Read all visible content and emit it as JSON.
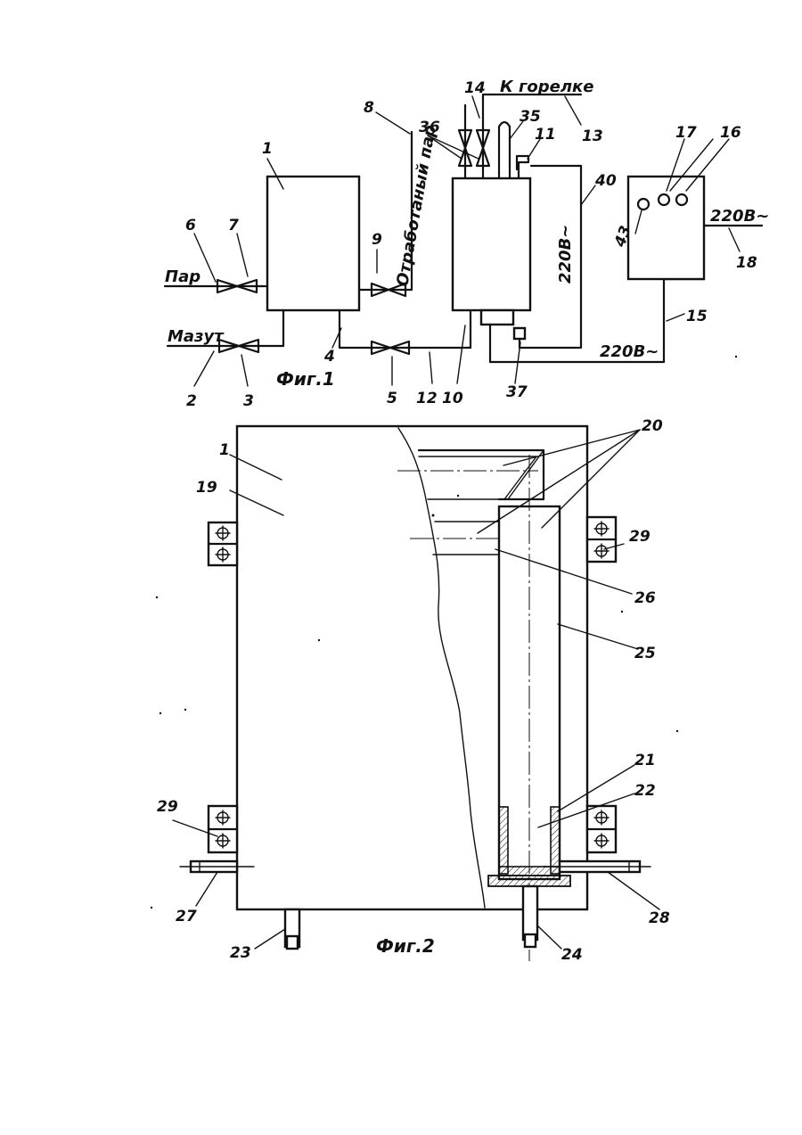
{
  "fig1": {
    "caption": "Фиг.1",
    "labels": {
      "steam_in": "Пар",
      "fuel_oil": "Мазут",
      "exhaust_steam": "Отработаный пар",
      "to_burner": "К горелке",
      "voltage_vertical": "220В~",
      "voltage_mains": "220В~",
      "voltage_line": "220В~"
    },
    "numbers": {
      "n1": "1",
      "n2": "2",
      "n3": "3",
      "n4": "4",
      "n5": "5",
      "n6": "6",
      "n7": "7",
      "n8": "8",
      "n9": "9",
      "n10": "10",
      "n11": "11",
      "n12": "12",
      "n13": "13",
      "n14": "14",
      "n15": "15",
      "n16": "16",
      "n17": "17",
      "n18": "18",
      "n35": "35",
      "n36": "36",
      "n37": "37",
      "n40": "40",
      "n43": "43"
    }
  },
  "fig2": {
    "caption": "Фиг.2",
    "numbers": {
      "n1": "1",
      "n19": "19",
      "n20": "20",
      "n21": "21",
      "n22": "22",
      "n23": "23",
      "n24": "24",
      "n25": "25",
      "n26": "26",
      "n27": "27",
      "n28": "28",
      "n29a": "29",
      "n29b": "29"
    }
  }
}
